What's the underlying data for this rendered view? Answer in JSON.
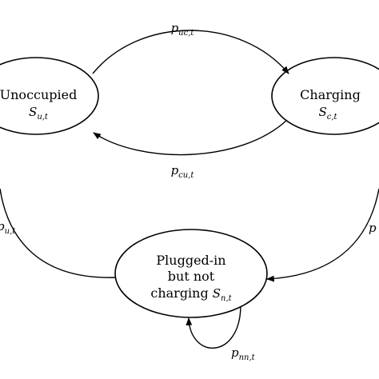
{
  "states": {
    "unoccupied": {
      "label": "Unoccupied",
      "symbol": "S",
      "subscript": "u,t"
    },
    "charging": {
      "label": "Charging",
      "symbol": "S",
      "subscript": "c,t"
    },
    "plugged": {
      "label_line1": "Plugged-in",
      "label_line2": "but not",
      "label_line3": "charging",
      "symbol": "S",
      "subscript": "n,t"
    }
  },
  "transitions": {
    "uc": {
      "symbol": "p",
      "subscript": "uc,t"
    },
    "cu": {
      "symbol": "p",
      "subscript": "cu,t"
    },
    "nu": {
      "symbol": "p",
      "subscript": "u,t"
    },
    "cn": {
      "symbol": "p",
      "subscript": ""
    },
    "nn": {
      "symbol": "p",
      "subscript": "nn,t"
    }
  },
  "colors": {
    "stroke": "#000000",
    "background": "#ffffff"
  }
}
